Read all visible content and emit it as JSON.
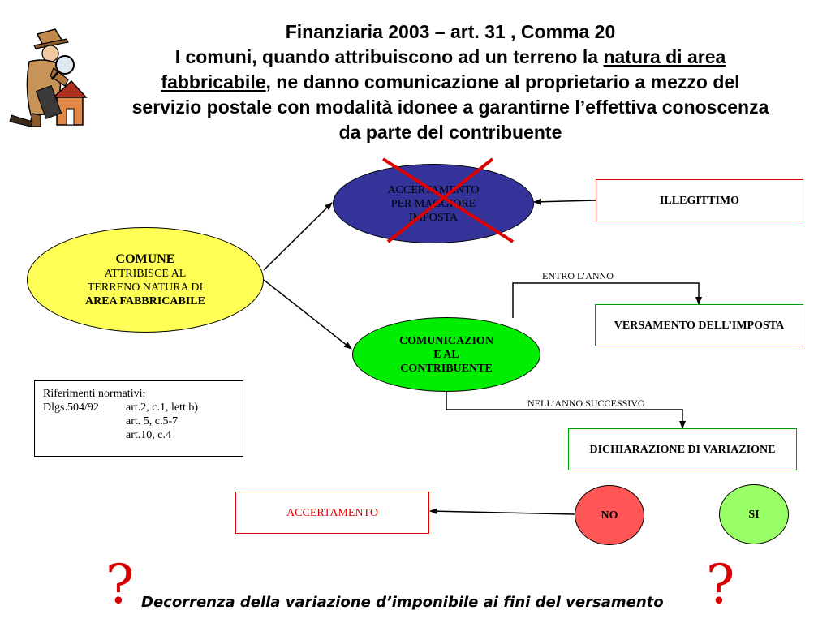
{
  "header": {
    "title": "Finanziaria 2003 – art. 31 , Comma 20",
    "text_part1": "I comuni, quando attribuiscono ad un terreno la ",
    "text_underlined_1": "natura di area",
    "text_underlined_2": "fabbricabile",
    "text_part2": ", ne danno comunicazione al proprietario a mezzo del",
    "text_line3": "servizio postale con modalità idonee a garantirne l’effettiva conoscenza",
    "text_line4": "da parte del contribuente"
  },
  "comune": {
    "title": "COMUNE",
    "line1": "ATTRIBISCE AL",
    "line2": "TERRENO NATURA DI",
    "line3": "AREA FABBRICABILE"
  },
  "accertamento_maggiore": {
    "line1": "ACCERTAMENTO",
    "line2": "PER MAGGIORE",
    "line3": "IMPOSTA"
  },
  "illegittimo": "ILLEGITTIMO",
  "comunicazione": {
    "line1": "COMUNICAZION",
    "line2": "E AL",
    "line3": "CONTRIBUENTE"
  },
  "entro_anno": "ENTRO L’ANNO",
  "versamento": "VERSAMENTO DELL’IMPOSTA",
  "anno_successivo": "NELL’ANNO SUCCESSIVO",
  "dichiarazione": "DICHIARAZIONE DI VARIAZIONE",
  "riferimenti": {
    "title": "Riferimenti normativi:",
    "law": "Dlgs.504/92",
    "art1": "art.2, c.1, lett.b)",
    "art2": "art. 5, c.5-7",
    "art3": "art.10, c.4"
  },
  "accertamento": "ACCERTAMENTO",
  "no_label": "NO",
  "si_label": "SI",
  "question_mark": "?",
  "bottom_text": "Decorrenza della variazione d’imponibile ai fini del versamento",
  "colors": {
    "comune_fill": "#ffff55",
    "accertamento_maggiore_fill": "#333399",
    "comunicazione_fill": "#00ee00",
    "no_fill": "#ff5555",
    "si_fill": "#99ff66",
    "red_border": "#e00000",
    "green_border": "#00a000",
    "cross": "#e00000"
  }
}
